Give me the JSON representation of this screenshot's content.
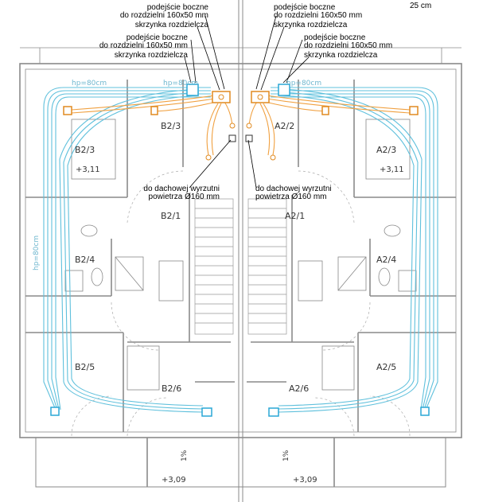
{
  "scale": "25 cm",
  "left_labels": {
    "side_connection_top": [
      "podejście boczne",
      "do rozdzielni 160x50 mm"
    ],
    "distribution_box_top": "skrzynka rozdzielcza",
    "side_connection_mid": [
      "podejście boczne",
      "do rozdzielni 160x50 mm"
    ],
    "distribution_box_mid": "skrzynka rozdzielcza",
    "roof_vent": [
      "do dachowej wyrzutni",
      "powietrza Ø160 mm"
    ]
  },
  "right_labels": {
    "side_connection_top": [
      "podejście boczne",
      "do rozdzielni 160x50 mm"
    ],
    "distribution_box_top": "skrzynka rozdzielcza",
    "side_connection_mid": [
      "podejście boczne",
      "do rozdzielni 160x50 mm"
    ],
    "distribution_box_mid": "skrzynka rozdzielcza",
    "roof_vent": [
      "do dachowej wyrzutni",
      "powietrza Ø160 mm"
    ]
  },
  "rooms_left": [
    "B2/3",
    "B2/3",
    "B2/1",
    "B2/4",
    "B2/5",
    "B2/6"
  ],
  "rooms_right": [
    "A2/2",
    "A2/3",
    "A2/1",
    "A2/4",
    "A2/5",
    "A2/6"
  ],
  "levels": [
    "+3,11",
    "+3,11",
    "+3,09",
    "+3,09"
  ],
  "slopes": [
    "1%",
    "1%"
  ],
  "ceiling_heights": [
    "hp=80cm",
    "hp=80cm",
    "hp=80cm",
    "hp=80cm"
  ],
  "colors": {
    "supply_duct": "#5fc0dc",
    "exhaust_duct": "#f0a040",
    "wall": "#777777",
    "box": "#2aa7d6"
  }
}
